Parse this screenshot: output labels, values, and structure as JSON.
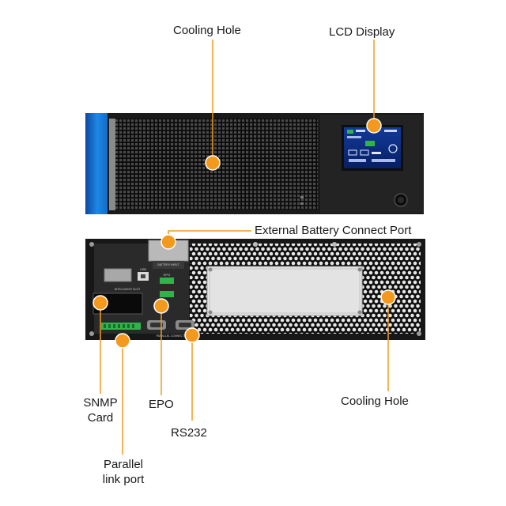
{
  "labels": {
    "front_cooling_hole": "Cooling Hole",
    "lcd_display": "LCD Display",
    "external_battery_port": "External Battery Connect Port",
    "snmp_card_line1": "SNMP",
    "snmp_card_line2": "Card",
    "epo": "EPO",
    "rs232": "RS232",
    "rear_cooling_hole": "Cooling Hole",
    "parallel_port_line1": "Parallel",
    "parallel_port_line2": "link port"
  },
  "device_markings": {
    "usb": "USB",
    "epo": "EPO",
    "intelligent_slot": "INTELLIGENT SLOT",
    "parallel_connector": "PARALLEL CONNECTOR",
    "battery_plate": "BATTERY INPUT"
  },
  "colors": {
    "callout_orange": "#f39a1e",
    "accent_blue": "#1565c0",
    "chassis_dark": "#1c1c1c",
    "lcd_blue": "#0a2a7a",
    "led_green": "#2fb34a"
  },
  "icons": [
    "callout-marker-icon",
    "power-button-icon"
  ]
}
